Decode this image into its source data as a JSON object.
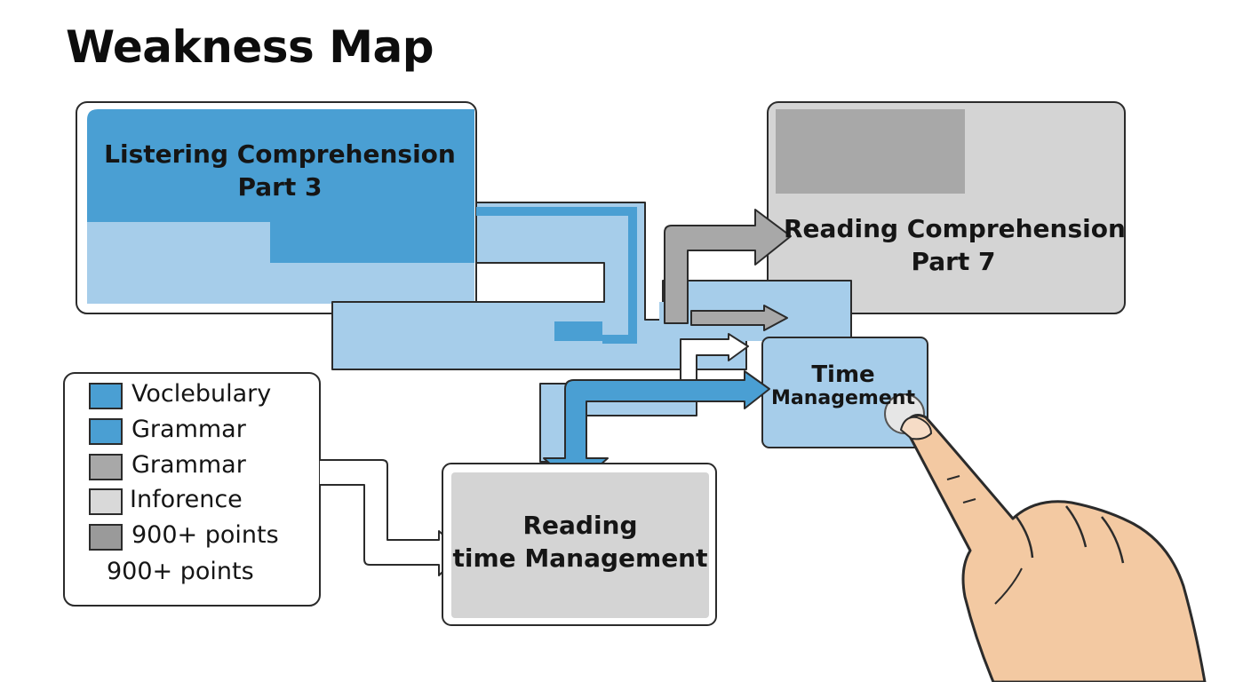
{
  "title": "Weakness Map",
  "nodes": {
    "listening": {
      "line1": "Listering Comprehension",
      "line2": "Part 3"
    },
    "reading7": {
      "line1": "Reading Comprehension",
      "line2": "Part 7"
    },
    "time": {
      "line1": "Time",
      "line2": "Management"
    },
    "reading_time": {
      "line1": "Reading",
      "line2": "time Management"
    }
  },
  "legend": [
    {
      "label": "Voclebulary",
      "swatch": "#4a9fd3"
    },
    {
      "label": "Grammar",
      "swatch": "#4a9fd3"
    },
    {
      "label": "Grammar",
      "swatch": "#a8a8a8"
    },
    {
      "label": "Inforence",
      "swatch": "#d9d9d9"
    },
    {
      "label": "900+ points",
      "swatch": "#9a9a9a"
    },
    {
      "label": "900+ points",
      "swatch": ""
    }
  ],
  "colors": {
    "blue_dark": "#4a9fd3",
    "blue_light": "#a6cdea",
    "gray_light": "#d4d4d4",
    "gray_mid": "#a8a8a8",
    "outline": "#2b2b2b",
    "skin": "#f3c9a2"
  },
  "icons": {
    "pointer": "pointing-hand-icon"
  }
}
